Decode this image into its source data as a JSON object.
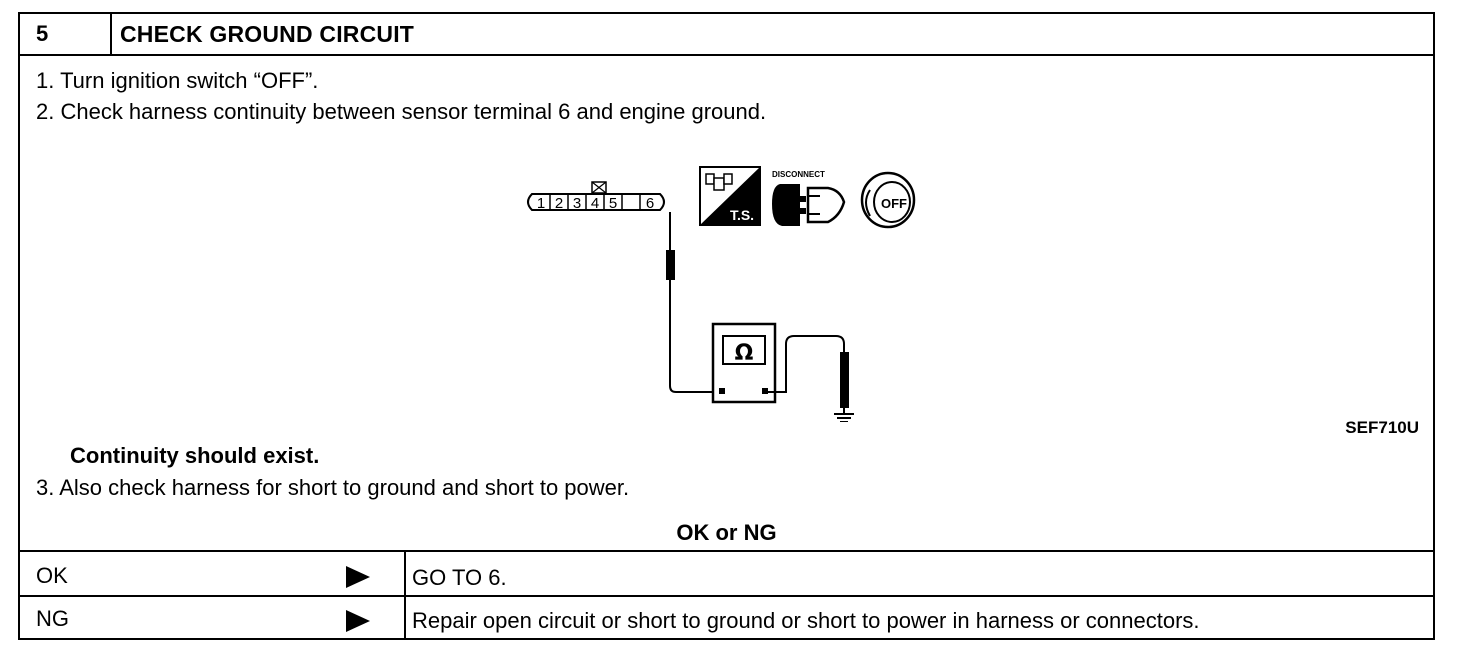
{
  "header": {
    "step_number": "5",
    "title": "CHECK GROUND CIRCUIT"
  },
  "instructions": {
    "step1": "1.  Turn ignition switch “OFF”.",
    "step2": "2.  Check harness continuity between sensor terminal 6 and engine ground.",
    "result_note": "Continuity should exist.",
    "step3": "3.  Also check harness for short to ground and short to power."
  },
  "diagram": {
    "connector_terminals": [
      "1",
      "2",
      "3",
      "4",
      "5",
      "6"
    ],
    "ts_label": "T.S.",
    "disconnect_label": "DISCONNECT",
    "switch_label": "OFF",
    "meter_symbol": "Ω",
    "figure_code": "SEF710U",
    "icons": [
      "connector-icon",
      "tester-ts-icon",
      "disconnect-connector-icon",
      "ignition-key-off-icon",
      "ohmmeter-icon",
      "ground-symbol-icon"
    ]
  },
  "decision": {
    "title": "OK or NG",
    "rows": [
      {
        "label": "OK",
        "result": "GO TO 6."
      },
      {
        "label": "NG",
        "result": "Repair open circuit or short to ground or short to power in harness or connectors."
      }
    ]
  }
}
